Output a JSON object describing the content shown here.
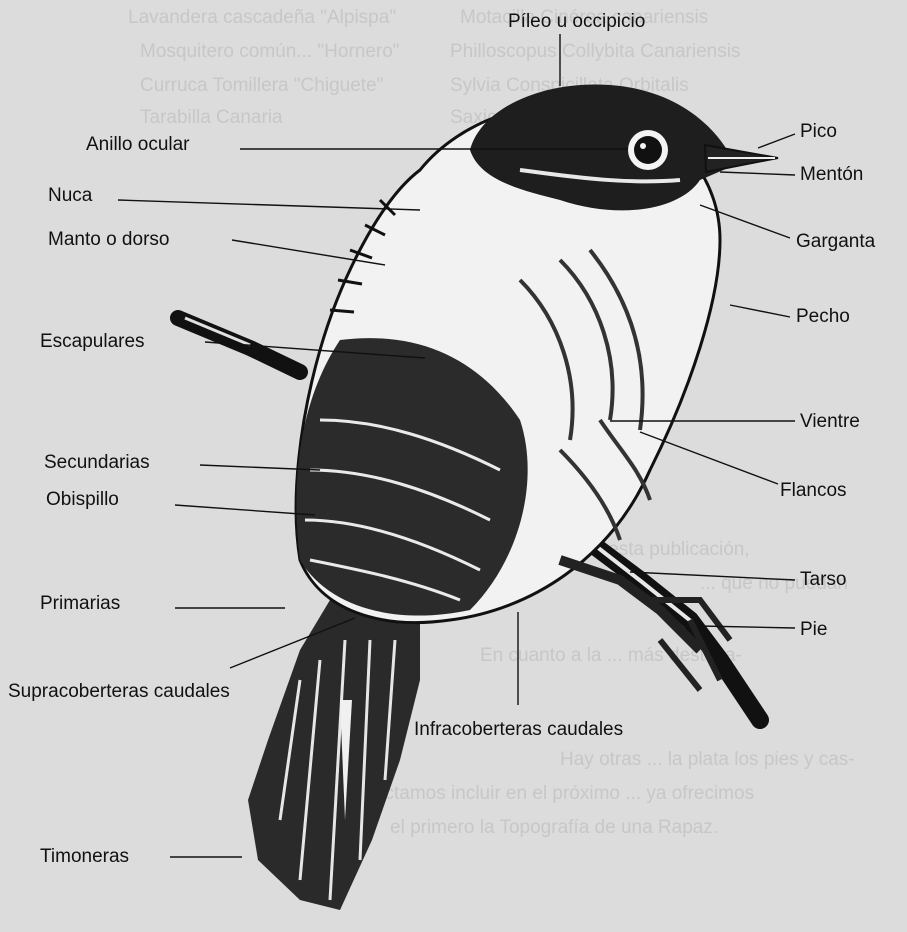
{
  "labels": {
    "pileo": "Píleo u occipicio",
    "anillo": "Anillo ocular",
    "pico": "Pico",
    "menton": "Mentón",
    "nuca": "Nuca",
    "garganta": "Garganta",
    "manto": "Manto o dorso",
    "pecho": "Pecho",
    "escapulares": "Escapulares",
    "vientre": "Vientre",
    "secundarias": "Secundarias",
    "flancos": "Flancos",
    "obispillo": "Obispillo",
    "tarso": "Tarso",
    "primarias": "Primarias",
    "pie": "Pie",
    "supracoberteras": "Supracoberteras caudales",
    "infracoberteras": "Infracoberteras caudales",
    "timoneras": "Timoneras"
  },
  "background_text": {
    "line1": "Motacilla Cinérea canariensis",
    "line2": "Philloscopus Collybita Canariensis",
    "line3": "Sylvia Conspicillata Orbitalis",
    "line4": "Saxicola Dacotiae dacotiae",
    "line5": "Lavandera cascadeña \"Alpispa\"",
    "line6": "Mosquitero común... \"Hornero\"",
    "line7": "Curruca Tomillera \"Chiguete\"",
    "line8": "Tarabilla Canaria",
    "line9": "Se ofrece las siguientes ... esta publicación,",
    "line10": "... que no puedan",
    "line11": "En cuanto a la ... más destaca-",
    "line12": "Hay otras ... la plata los pies y cas-",
    "line13": "que proyectamos incluir en el próximo ... ya ofrecimos",
    "line14": "el primero la Topografía de una Rapaz."
  }
}
